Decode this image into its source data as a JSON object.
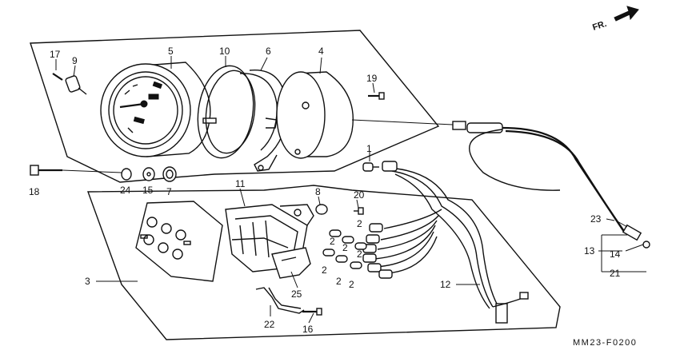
{
  "diagram": {
    "code": "MM23-F0200",
    "direction": "FR.",
    "labels": {
      "p1": "1",
      "p2": "2",
      "p3": "3",
      "p4": "4",
      "p5": "5",
      "p6": "6",
      "p7": "7",
      "p8": "8",
      "p9": "9",
      "p10": "10",
      "p11": "11",
      "p12": "12",
      "p13": "13",
      "p14": "14",
      "p15": "15",
      "p16": "16",
      "p17": "17",
      "p18": "18",
      "p19": "19",
      "p20": "20",
      "p21": "21",
      "p22": "22",
      "p23": "23",
      "p24": "24",
      "p25": "25"
    }
  }
}
